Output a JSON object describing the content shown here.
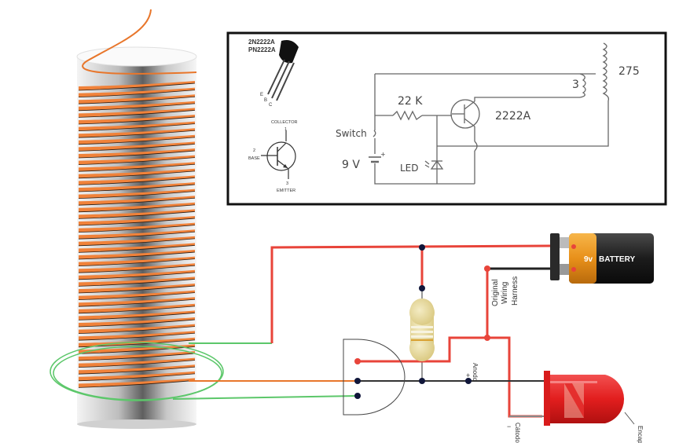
{
  "diagram": {
    "title": "Joule thief / slayer exciter coil circuit",
    "colors": {
      "wire_red": "#e8443a",
      "wire_black": "#222222",
      "wire_green": "#5cc76a",
      "wire_orange": "#e8762b",
      "coil_copper": "#f0823a",
      "schematic_line": "#555555",
      "led_red": "#e52222",
      "resistor_body": "#e6d9a0",
      "battery_orange": "#e8961e",
      "battery_black": "#1e1e1e",
      "node_dot": "#10163a"
    },
    "inset_schematic": {
      "transistor_package": {
        "part_numbers": [
          "2N2222A",
          "PN2222A"
        ],
        "pin_labels": [
          "E",
          "B",
          "C"
        ]
      },
      "transistor_symbol": {
        "collector_label": "COLLECTOR",
        "collector_pin": "1",
        "base_pin": "2",
        "base_label": "BASE",
        "emitter_pin": "3",
        "emitter_label": "EMITTER"
      },
      "circuit": {
        "resistor_label": "22 K",
        "transistor_label": "2222A",
        "switch_label": "Switch",
        "battery_label": "9 V",
        "battery_plus": "+",
        "led_label": "LED",
        "primary_coil_turns": "3",
        "secondary_coil_turns": "275"
      }
    },
    "breadboard": {
      "battery_label_prefix": "9v",
      "battery_label": "BATTERY",
      "harness_label_lines": [
        "Original",
        "Wiring",
        "Harness"
      ],
      "anode_label": "Anodo",
      "anode_sign": "+",
      "cathode_label": "Cátodo",
      "cathode_sign": "−",
      "encapsulation_label": "Encapsulado"
    }
  }
}
